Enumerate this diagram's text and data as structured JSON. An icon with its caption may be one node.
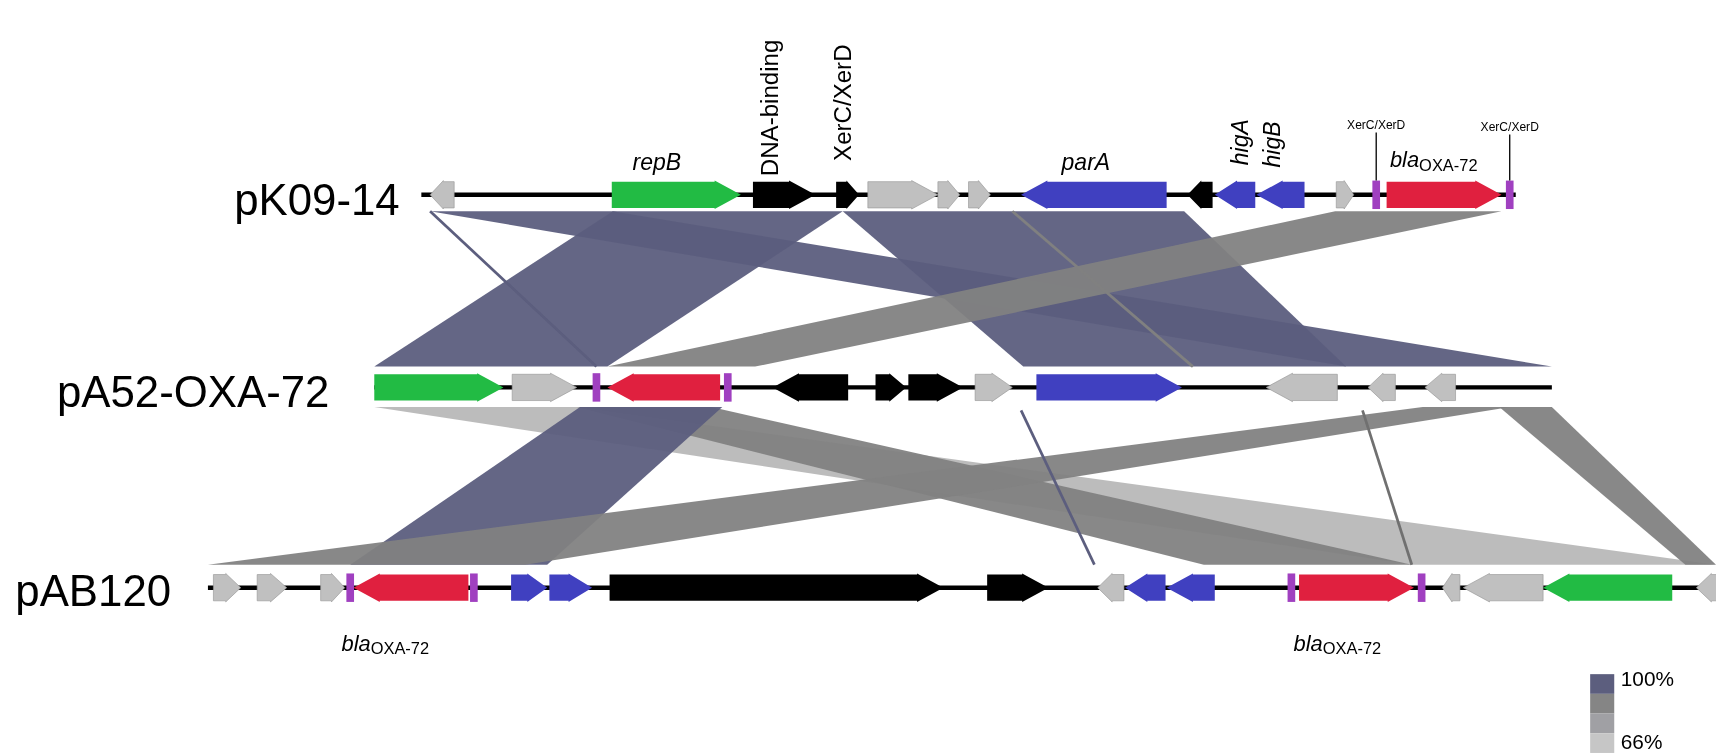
{
  "diagram": {
    "nodes": [
      {
        "text": [
          "XerC/XerD"
        ]
      },
      {
        "text": [
          "XerC/XerD"
        ]
      }
    ],
    "edges": [
      {
        "from": 0,
        "to": null,
        "arrow": "none"
      },
      {
        "from": 1,
        "to": null,
        "arrow": "none"
      }
    ],
    "labels": [
      "repB",
      "DNA-binding",
      "XerC/XerD",
      "parA",
      "higA",
      "higB",
      "*bla*$_{OXA-72}$",
      "pK09-14",
      "pA52-OXA-72",
      "pAB120",
      "*bla*$_{OXA-72}$",
      "*bla*$_{OXA-72}$"
    ],
    "legend": [
      {
        "text": "100%",
        "color": "#5c5e7e"
      },
      {
        "text": "66%",
        "color": "#c6c6c6"
      }
    ]
  }
}
